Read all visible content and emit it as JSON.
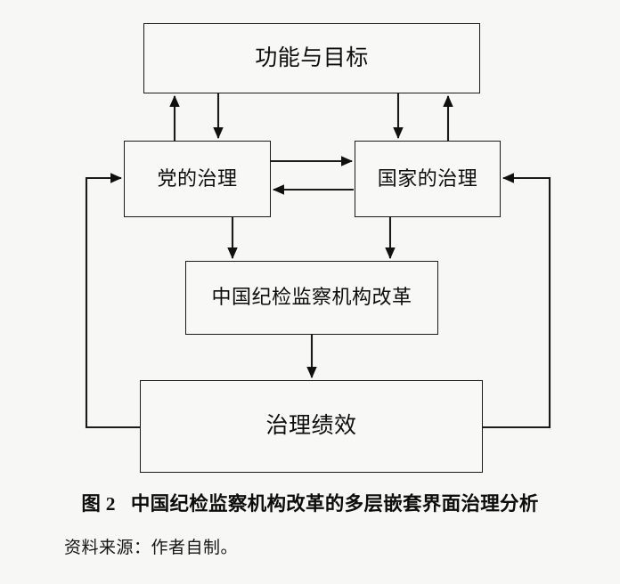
{
  "figure": {
    "nodes": {
      "goals": "功能与目标",
      "party_governance": "党的治理",
      "state_governance": "国家的治理",
      "reform": "中国纪检监察机构改革",
      "performance": "治理绩效"
    },
    "edges": [
      {
        "from": "party_governance",
        "to": "goals",
        "direction": "up",
        "style": "solid-arrow"
      },
      {
        "from": "goals",
        "to": "party_governance",
        "direction": "down",
        "style": "solid-arrow"
      },
      {
        "from": "goals",
        "to": "state_governance",
        "direction": "down",
        "style": "solid-arrow"
      },
      {
        "from": "state_governance",
        "to": "goals",
        "direction": "up",
        "style": "solid-arrow"
      },
      {
        "from": "party_governance",
        "to": "state_governance",
        "direction": "right",
        "style": "solid-arrow"
      },
      {
        "from": "state_governance",
        "to": "party_governance",
        "direction": "left",
        "style": "solid-arrow"
      },
      {
        "from": "party_governance",
        "to": "reform",
        "direction": "down",
        "style": "solid-arrow"
      },
      {
        "from": "state_governance",
        "to": "reform",
        "direction": "down",
        "style": "solid-arrow"
      },
      {
        "from": "reform",
        "to": "performance",
        "direction": "down",
        "style": "solid-arrow"
      },
      {
        "from": "performance",
        "to": "party_governance",
        "direction": "feedback-left",
        "style": "solid-arrow"
      },
      {
        "from": "performance",
        "to": "state_governance",
        "direction": "feedback-right",
        "style": "solid-arrow"
      }
    ],
    "colors": {
      "stroke": "#1a1a1a",
      "box_fill": "#f8f8f6",
      "text": "#0d0d0d",
      "page_background": "#f7f7f5"
    }
  },
  "caption": {
    "number": "图 2",
    "title": "中国纪检监察机构改革的多层嵌套界面治理分析"
  },
  "source": {
    "text": "资料来源：作者自制。"
  }
}
